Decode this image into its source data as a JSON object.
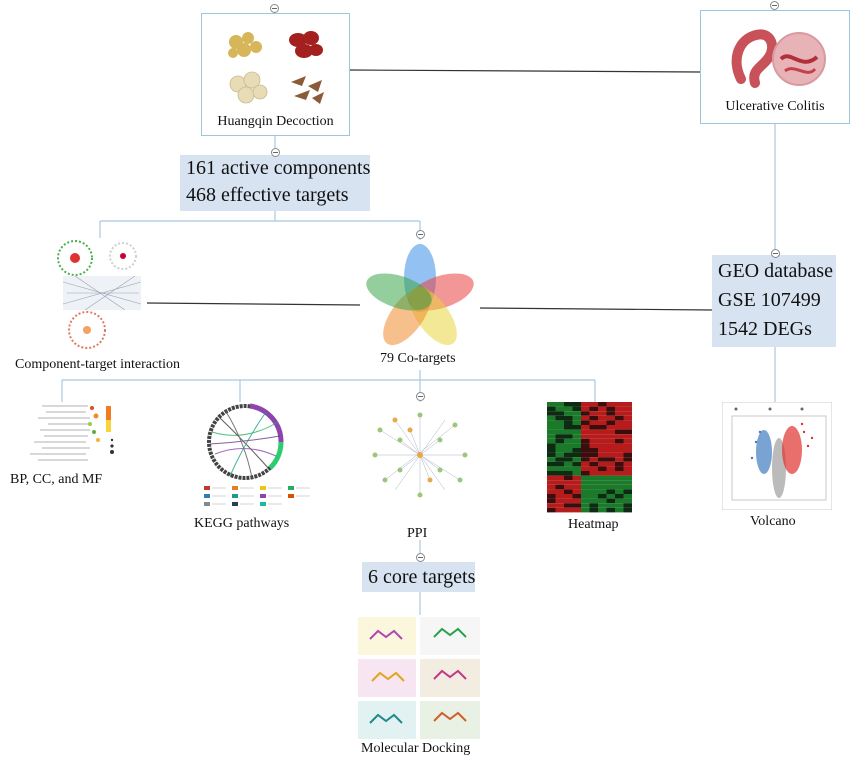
{
  "nodes": {
    "huangqin": "Huangqin Decoction",
    "uc": "Ulcerative Colitis",
    "components": [
      "161 active components",
      "468 effective targets"
    ],
    "geo": [
      "GEO database",
      "GSE 107499",
      "1542 DEGs"
    ],
    "component_target": "Component-target interaction",
    "co_targets": "79 Co-targets",
    "go": "BP, CC, and MF",
    "kegg": "KEGG pathways",
    "ppi": "PPI",
    "heatmap": "Heatmap",
    "volcano": "Volcano",
    "core": "6 core targets",
    "docking": "Molecular Docking"
  },
  "colors": {
    "connector": "#a9c8df",
    "cross_link": "#333333",
    "box_fill": "#d7e3f1",
    "card_border": "#9fc4de"
  }
}
